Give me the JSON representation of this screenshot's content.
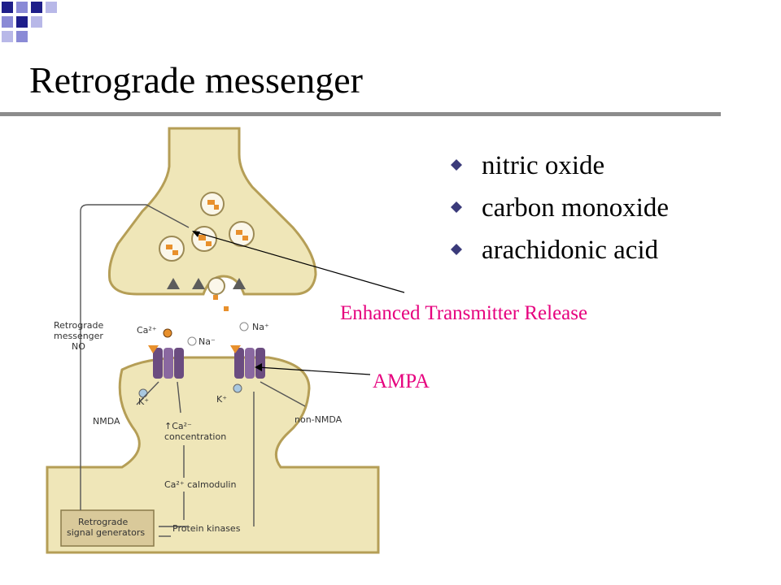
{
  "title": "Retrograde messenger",
  "bullets": [
    "nitric oxide",
    "carbon monoxide",
    "arachidonic acid"
  ],
  "callouts": {
    "enhanced_release": "Enhanced Transmitter Release",
    "ampa": "AMPA"
  },
  "diagram_labels": {
    "retrograde_line1": "Retrograde",
    "retrograde_line2": "messenger",
    "retrograde_line3": "NO",
    "ca_ion": "Ca²⁺",
    "na_ion_1": "Na⁻",
    "na_ion_2": "Na⁺",
    "k_ion_1": "K⁺",
    "k_ion_2": "K⁺",
    "nmda": "NMDA",
    "non_nmda": "non-NMDA",
    "ca_conc_line1": "↑Ca²⁻",
    "ca_conc_line2": "concentration",
    "calmodulin": "Ca²⁺ calmodulin",
    "generators_line1": "Retrograde",
    "generators_line2": "signal generators",
    "protein_kinases": "Protein kinases"
  },
  "colors": {
    "callout": "#e6007e",
    "rule": "#8c8c8c",
    "bullet": "#3a3a7a",
    "corner_blue": "#1f1f8a",
    "corner_light": "#8a8ad6",
    "neuron_fill": "#efe6b8",
    "neuron_edge": "#b59e56",
    "receptor": "#6b4c80",
    "vesicle_content": "#e8902c"
  },
  "icons": {
    "bullet": "diamond-bullet-icon",
    "corner": "square-grid-decoration"
  }
}
